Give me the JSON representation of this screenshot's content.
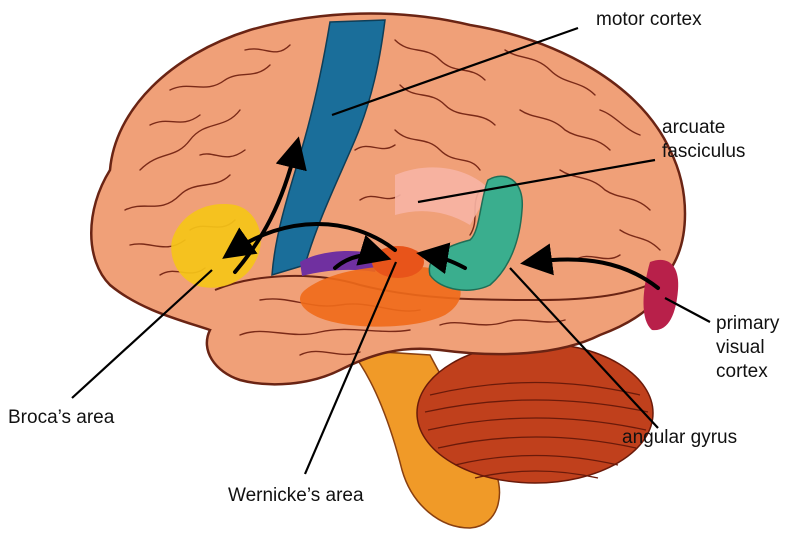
{
  "labels": {
    "motor_cortex": "motor cortex",
    "arcuate_fasciculus": [
      "arcuate",
      "fasciculus"
    ],
    "primary_visual_cortex": [
      "primary",
      "visual",
      "cortex"
    ],
    "angular_gyrus": "angular gyrus",
    "brocas_area": "Broca’s area",
    "wernickes_area": "Wernicke’s area"
  },
  "colors": {
    "cortex": "#f0a078",
    "sulcus": "#7a2a18",
    "motor_cortex": "#1a6e9a",
    "brocas_area": "#f5c418",
    "wernickes_area": "#f06a1a",
    "arcuate_fasciculus": "#f7b4a4",
    "angular_gyrus": "#3aae8e",
    "primary_visual_cortex": "#b8204a",
    "auditory_region": "#7030a0",
    "cerebellum": "#c0401c",
    "brainstem": "#f09a28",
    "arrows": "#000000"
  }
}
